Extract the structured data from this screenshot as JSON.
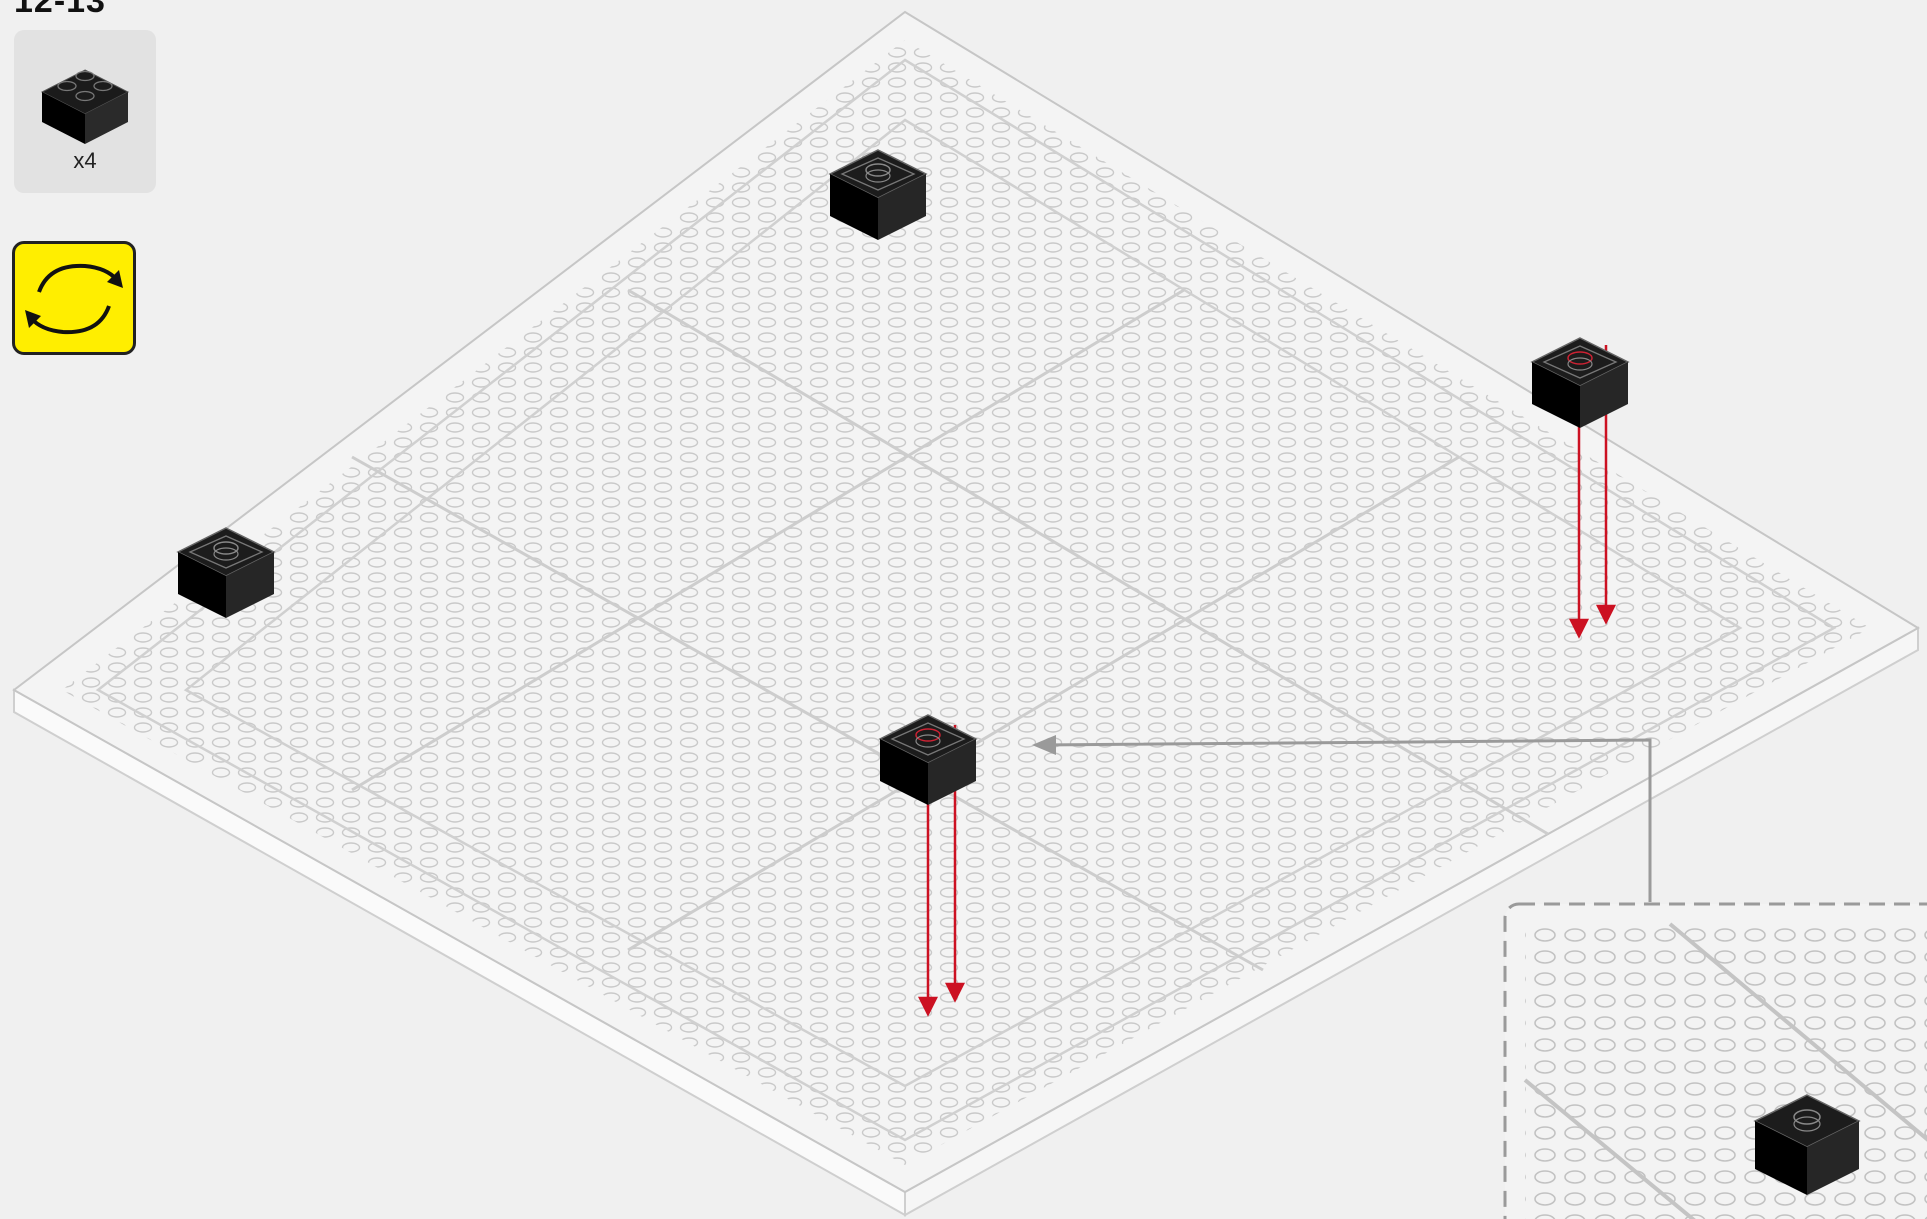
{
  "instruction_step": {
    "step_number": "12-13",
    "parts_callout": {
      "brick": "black-2x2-brick",
      "quantity_label": "x4"
    },
    "rotate_indicator": {
      "icon": "rotate-arrows-icon",
      "background_color": "#ffee00"
    }
  },
  "colors": {
    "brick": "#111111",
    "placement_arrow": "#cc1122",
    "callout_arrow": "#9a9a9a",
    "baseplate": "#f4f4f4",
    "baseplate_line": "#c8c8c8"
  },
  "placed_bricks": [
    {
      "name": "brick-top"
    },
    {
      "name": "brick-left"
    },
    {
      "name": "brick-right"
    },
    {
      "name": "brick-center"
    }
  ]
}
